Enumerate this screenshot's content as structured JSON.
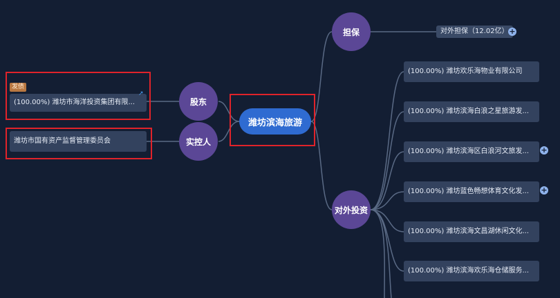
{
  "center": {
    "label": "潍坊滨海旅游"
  },
  "branches": {
    "guarantee": "担保",
    "shareholder": "股东",
    "controller": "实控人",
    "investment": "对外投资"
  },
  "guarantee_item": {
    "label": "对外担保（12.02亿）",
    "expand": "+"
  },
  "shareholder_card": {
    "badge": "发债",
    "label": "(100.00%) 潍坊市海洋投资集团有限...",
    "arrow": "↗"
  },
  "controller_card": {
    "label": "潍坊市国有资产监督管理委员会"
  },
  "investments": [
    {
      "label": "(100.00%) 潍坊欢乐海物业有限公司",
      "expand": ""
    },
    {
      "label": "(100.00%) 潍坊滨海白浪之星旅游发...",
      "expand": ""
    },
    {
      "label": "(100.00%) 潍坊滨海区白浪河文旅发...",
      "expand": "+"
    },
    {
      "label": "(100.00%) 潍坊蓝色畅想体育文化发...",
      "expand": "+"
    },
    {
      "label": "(100.00%) 潍坊滨海文昌湖休闲文化...",
      "expand": ""
    },
    {
      "label": "(100.00%) 潍坊滨海欢乐海仓储服务...",
      "expand": ""
    }
  ],
  "colors": {
    "background": "#131e33",
    "branch_node": "#5b4796",
    "center_node": "#2f6bd1",
    "card": "#33425e",
    "highlight": "#e0232a",
    "link": "#5a6a85"
  }
}
